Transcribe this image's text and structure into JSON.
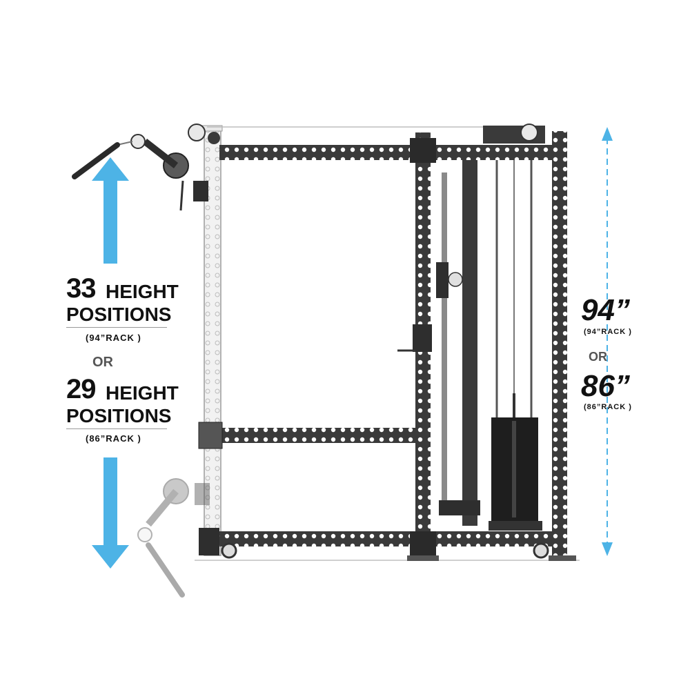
{
  "left_panel": {
    "option_a": {
      "number": "33",
      "word_height": "HEIGHT",
      "word_positions": "POSITIONS",
      "rack_note": "(94”RACK )"
    },
    "or_label": "OR",
    "option_b": {
      "number": "29",
      "word_height": "HEIGHT",
      "word_positions": "POSITIONS",
      "rack_note": "(86”RACK )"
    }
  },
  "right_panel": {
    "dim_a": "94”",
    "dim_a_note": "(94”RACK )",
    "or_label": "OR",
    "dim_b": "86”",
    "dim_b_note": "(86”RACK )"
  },
  "colors": {
    "arrow_blue": "#4db3e6",
    "frame_dark": "#3a3a3a",
    "frame_light": "#e6e6e6",
    "text": "#111111"
  },
  "icons": [
    "up-arrow-icon",
    "down-arrow-icon",
    "dimension-arrow-icon",
    "cable-handle-icon",
    "pulley-icon"
  ]
}
